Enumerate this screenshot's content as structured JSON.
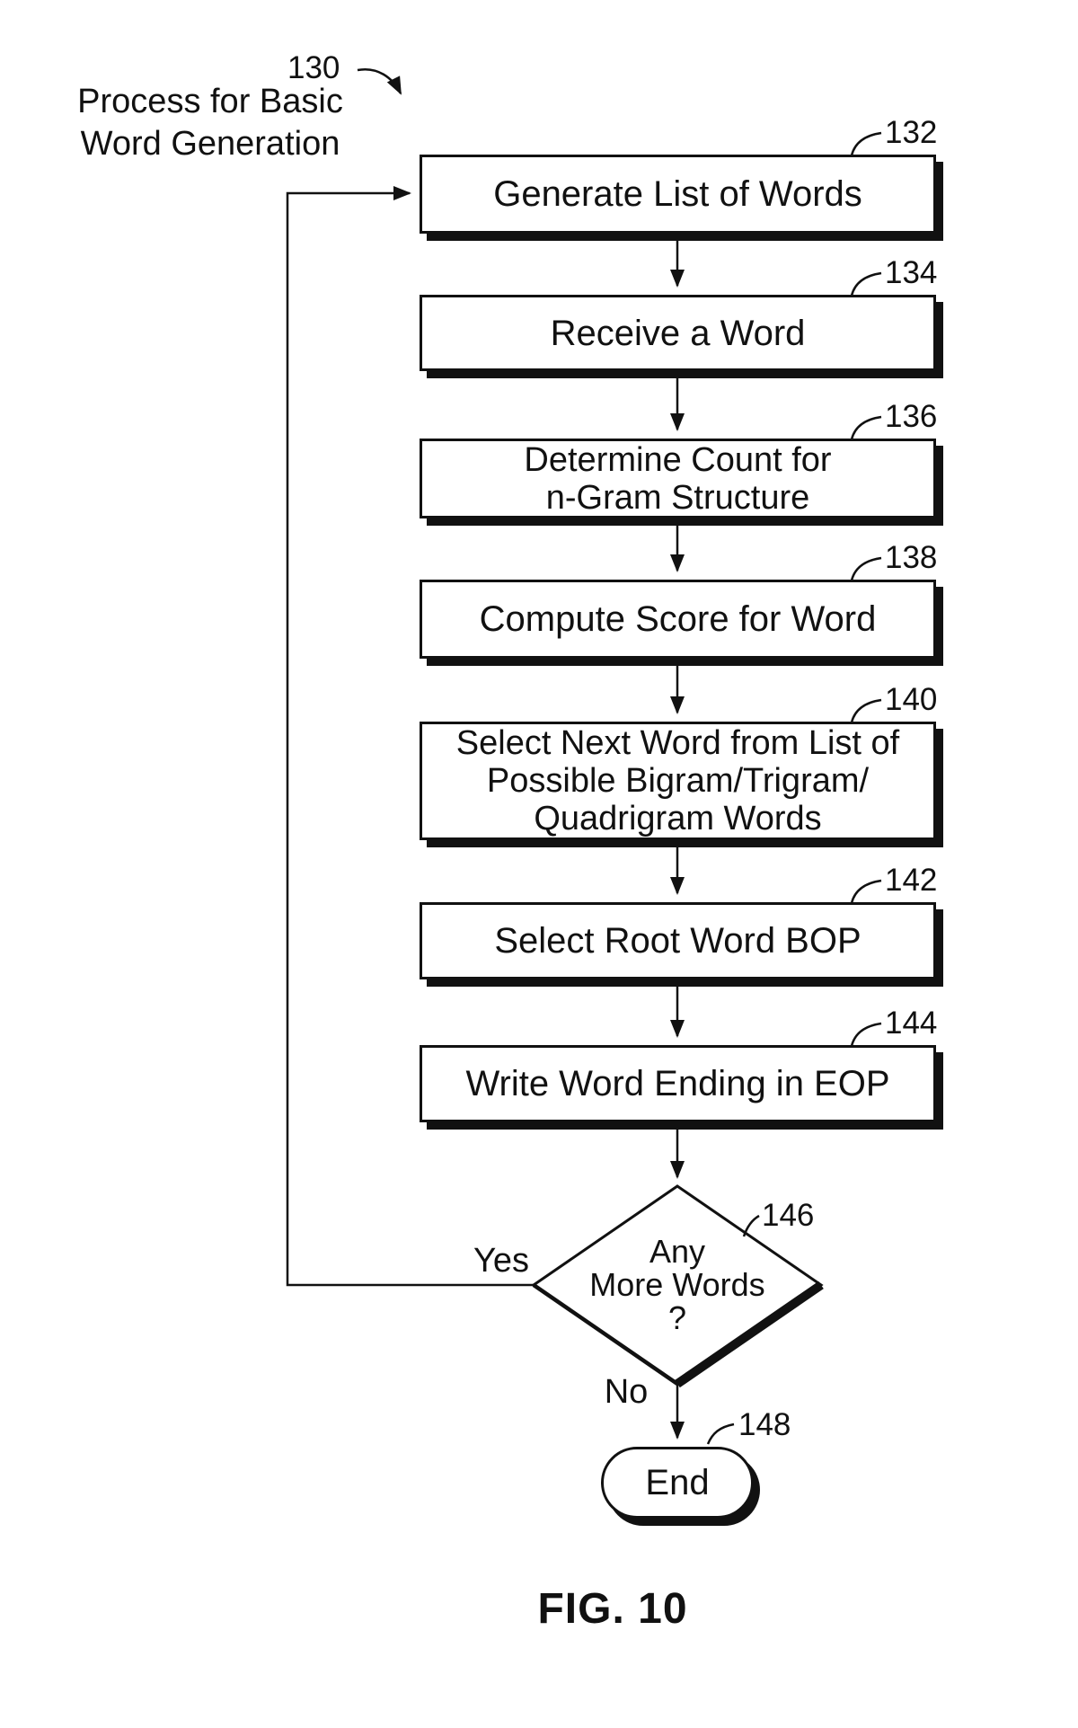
{
  "colors": {
    "ink": "#111111",
    "paper": "#ffffff"
  },
  "header": {
    "ref": "130",
    "title_line1": "Process for Basic",
    "title_line2": "Word Generation"
  },
  "nodes": {
    "b132": {
      "ref": "132",
      "lines": [
        "Generate List of Words"
      ]
    },
    "b134": {
      "ref": "134",
      "lines": [
        "Receive a Word"
      ]
    },
    "b136": {
      "ref": "136",
      "lines": [
        "Determine Count for",
        "n-Gram Structure"
      ]
    },
    "b138": {
      "ref": "138",
      "lines": [
        "Compute Score for Word"
      ]
    },
    "b140": {
      "ref": "140",
      "lines": [
        "Select Next Word from List of",
        "Possible Bigram/Trigram/",
        "Quadrigram Words"
      ]
    },
    "b142": {
      "ref": "142",
      "lines": [
        "Select Root Word BOP"
      ]
    },
    "b144": {
      "ref": "144",
      "lines": [
        "Write Word Ending in EOP"
      ]
    },
    "d146": {
      "ref": "146",
      "lines": [
        "Any",
        "More Words",
        "?"
      ]
    },
    "t148": {
      "ref": "148",
      "label": "End"
    }
  },
  "branches": {
    "yes": "Yes",
    "no": "No"
  },
  "caption": "FIG. 10"
}
